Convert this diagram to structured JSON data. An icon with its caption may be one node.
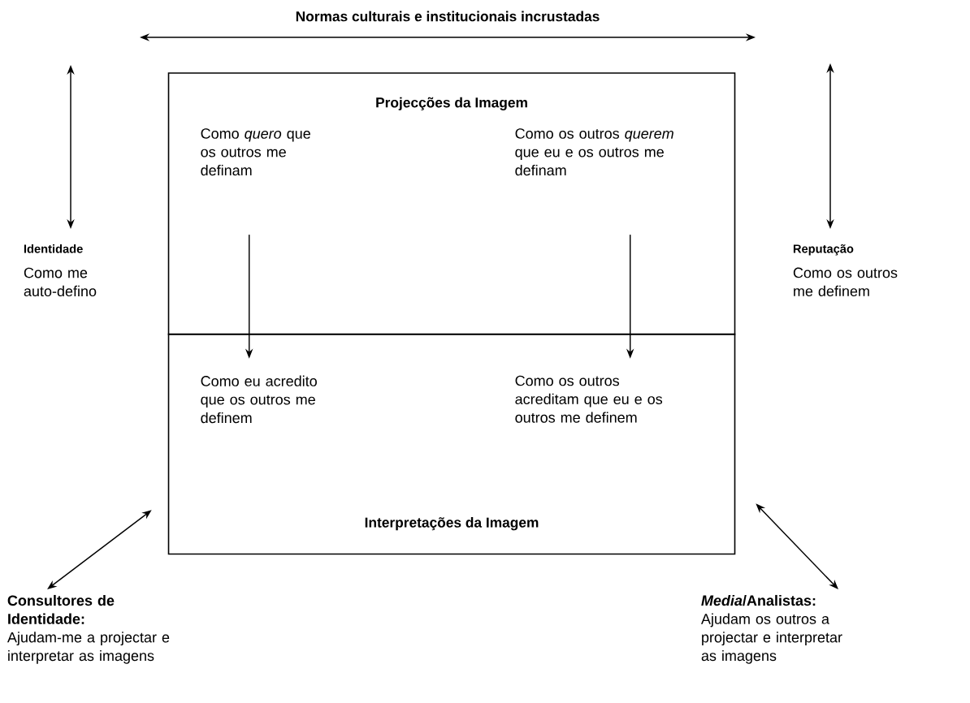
{
  "diagram": {
    "nodes": [
      {
        "text": [
          "Projecções da Imagem"
        ]
      },
      {
        "text": [
          "Interpretações da Imagem"
        ]
      },
      {
        "text": [
          "Como *quero* que os outros me definam"
        ],
        "in": 0
      },
      {
        "text": [
          "Como os outros *querem* que eu e os outros me definam"
        ],
        "in": 0
      },
      {
        "text": [
          "Como eu acredito que os outros me definem"
        ],
        "in": 1
      },
      {
        "text": [
          "Como os outros acreditam que eu e os outros me definem"
        ],
        "in": 1
      },
      {
        "text": [
          "Identidade",
          "Como me auto-defino"
        ]
      },
      {
        "text": [
          "Reputação",
          "Como os outros me definem"
        ]
      },
      {
        "text": [
          "Consultores de Identidade:",
          "Ajudam-me a projectar e interpretar as imagens"
        ]
      },
      {
        "text": [
          "*Media*/Analistas:",
          "Ajudam os outros a projectar e interpretar as imagens"
        ]
      }
    ],
    "edges": [
      {
        "from": 2,
        "to": 4,
        "arrow": "to"
      },
      {
        "from": 3,
        "to": 5,
        "arrow": "to"
      },
      {
        "from": null,
        "to": 6,
        "arrow": "both"
      },
      {
        "from": null,
        "to": 7,
        "arrow": "both"
      },
      {
        "from": 8,
        "to": 1,
        "arrow": "both"
      },
      {
        "from": 9,
        "to": 1,
        "arrow": "both"
      }
    ],
    "labels": [
      "Normas culturais e institucionais incrustadas"
    ]
  }
}
